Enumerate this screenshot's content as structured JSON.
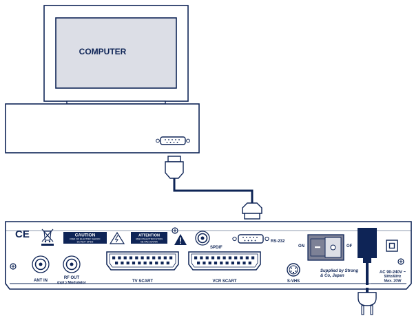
{
  "colors": {
    "ink": "#0e2456",
    "fill": "#dcdee6",
    "switch": "#7d8196",
    "paper": "#ffffff"
  },
  "computer": {
    "screen_label": "COMPUTER"
  },
  "receiver": {
    "caution_title": "CAUTION",
    "caution_line1": "RISK OF ELECTRIC SHOCK",
    "caution_line2": "DO NOT OPEN",
    "attention_title": "ATTENTION",
    "attention_line1": "RISK D'ELECTROCUTION",
    "attention_line2": "NE PAS OUVRIR",
    "ce_mark": "CE",
    "spdif_label": "SPDIF",
    "rs232_label": "RS-232",
    "ant_in_label": "ANT IN",
    "rf_out_label": "RF OUT",
    "rf_modulator_label": "(opt.) Modulator",
    "tv_scart_label": "TV SCART",
    "vcr_scart_label": "VCR SCART",
    "svhs_label": "S-VHS",
    "switch_on": "ON",
    "switch_off": "OF",
    "supplied_line1": "Supplied by Strong",
    "supplied_line2": "& Co, Japan",
    "power_line1": "AC 90-240V ~",
    "power_line2": "50Hz/60Hz",
    "power_line3": "Max. 20W"
  },
  "icons": [
    "monitor-icon",
    "db9-connector-icon",
    "weee-bin-icon",
    "warning-triangle-icon",
    "rca-jack-icon",
    "scart-connector-icon",
    "svhs-jack-icon",
    "power-switch-icon",
    "power-plug-icon",
    "double-insulation-icon"
  ]
}
